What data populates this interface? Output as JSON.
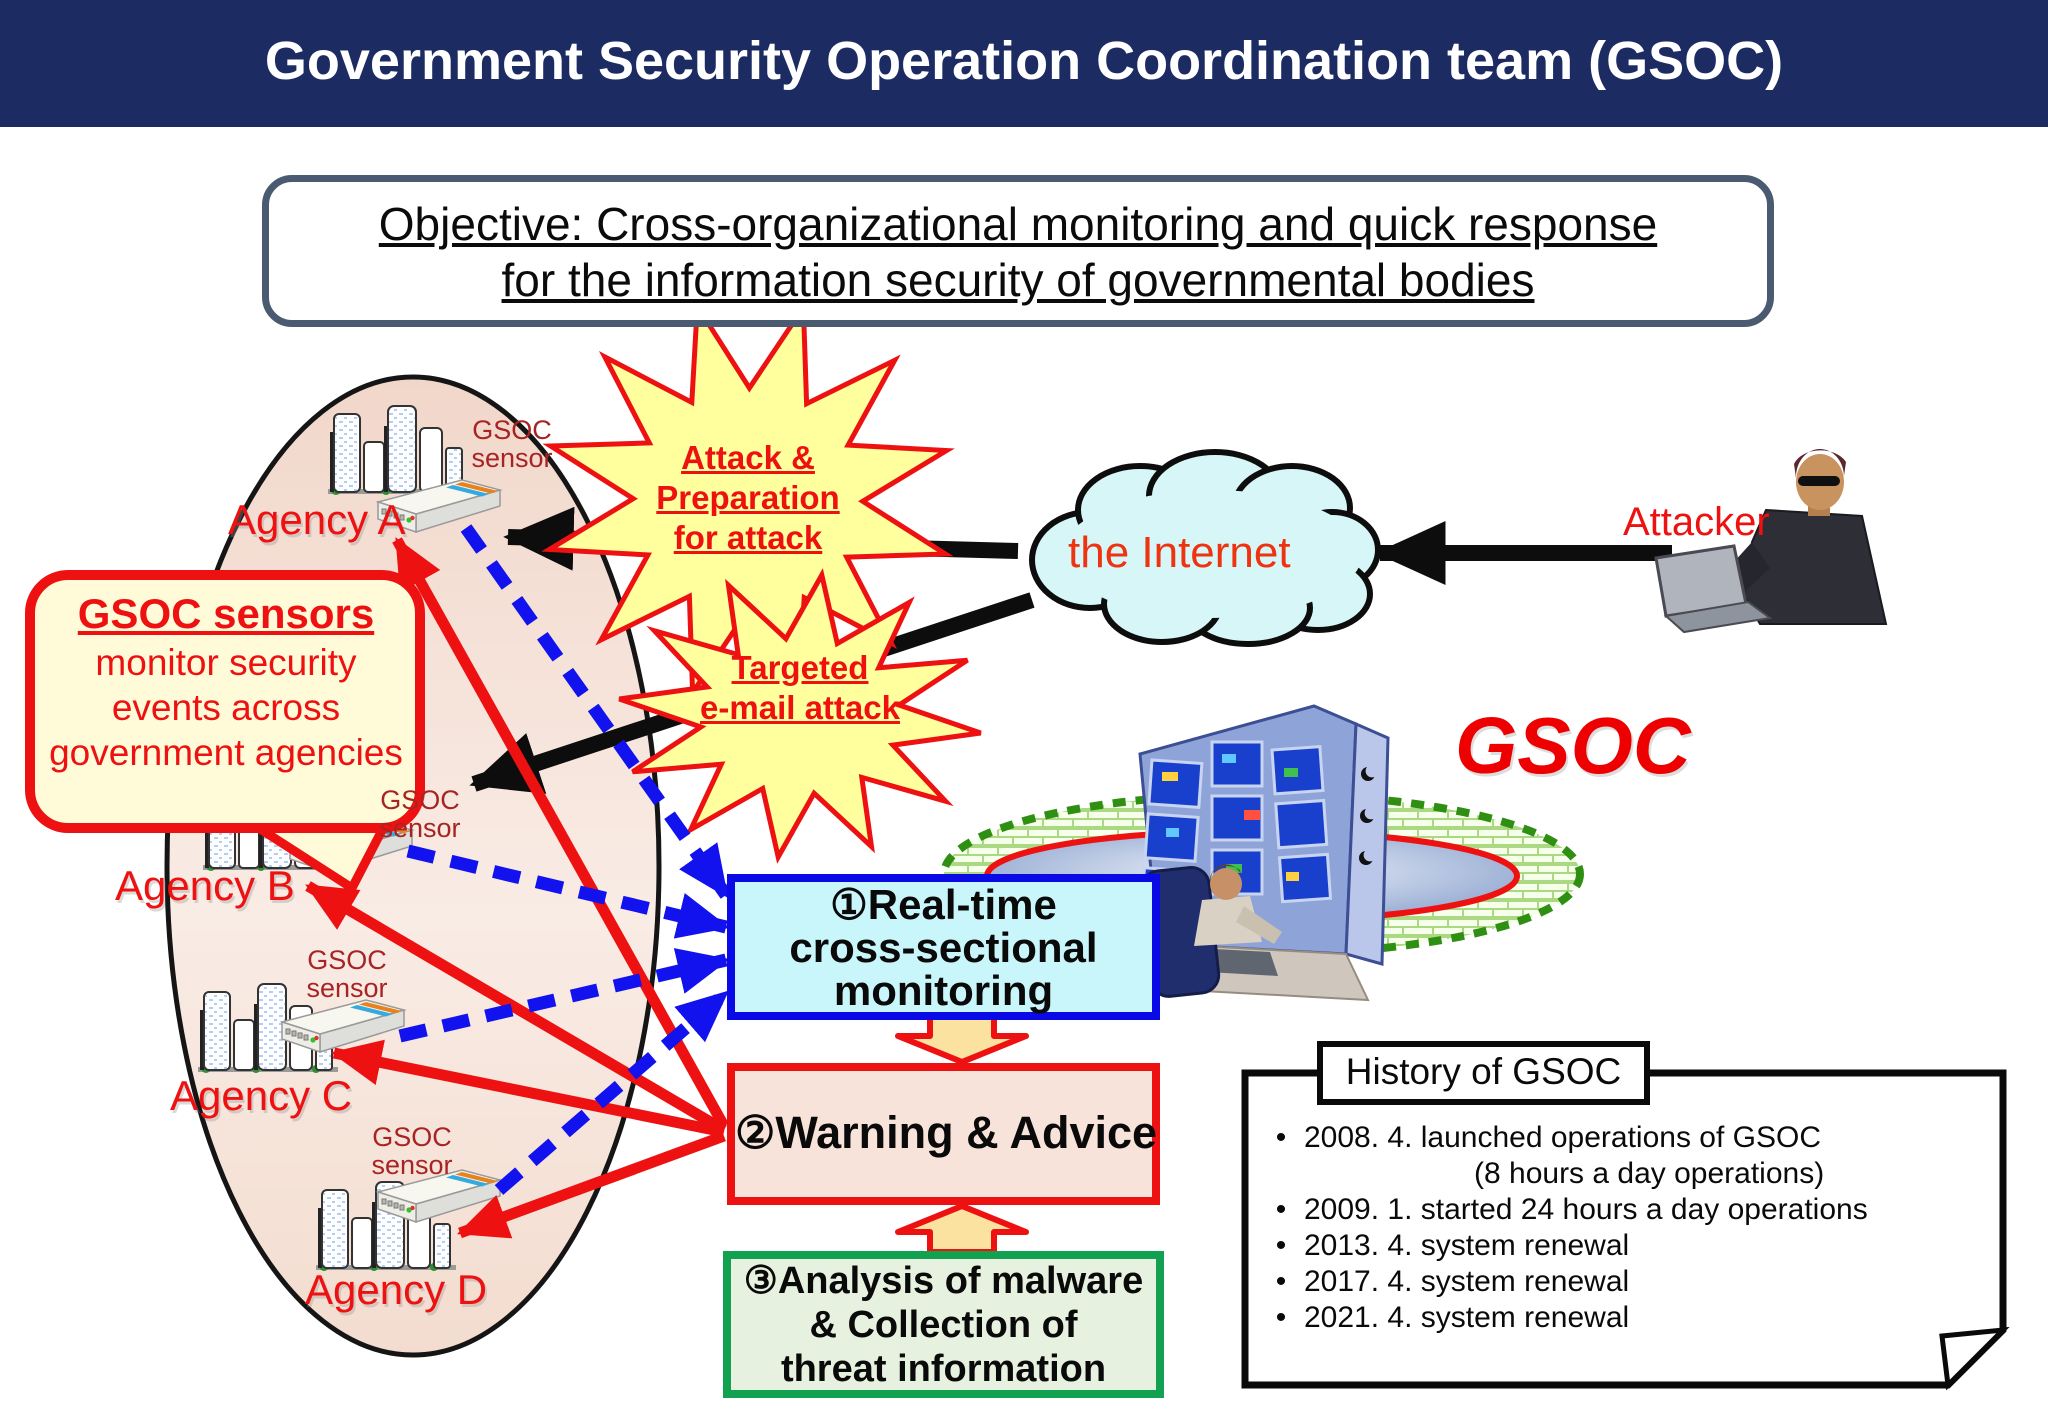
{
  "title": "Government Security Operation Coordination team (GSOC)",
  "objective": {
    "line1": "Objective: Cross-organizational monitoring and quick response",
    "line2": "for the information security of governmental bodies"
  },
  "bubble": {
    "title": "GSOC sensors",
    "line1": "monitor security",
    "line2": "events across",
    "line3": "government agencies"
  },
  "agencies": {
    "a": {
      "label": "Agency A"
    },
    "b": {
      "label": "Agency B"
    },
    "c": {
      "label": "Agency C"
    },
    "d": {
      "label": "Agency D"
    },
    "sensor": {
      "line1": "GSOC",
      "line2": "sensor"
    }
  },
  "threats": {
    "attack_prep": {
      "line1": "Attack &",
      "line2": "Preparation",
      "line3": "for attack"
    },
    "targeted": {
      "line1": "Targeted",
      "line2": "e-mail attack"
    }
  },
  "internet": {
    "label": "the Internet"
  },
  "attacker": {
    "label": "Attacker"
  },
  "gsoc": {
    "label": "GSOC"
  },
  "flow": {
    "monitoring": {
      "line1": "①Real-time",
      "line2": "cross-sectional",
      "line3": "monitoring"
    },
    "warning": {
      "label": "②Warning & Advice"
    },
    "analysis": {
      "line1": "③Analysis of malware",
      "line2": "& Collection of",
      "line3": "threat information"
    }
  },
  "history": {
    "title": "History of GSOC",
    "bullet": "•",
    "items": [
      {
        "text": "2008. 4. launched operations of GSOC",
        "sub": "(8 hours a day operations)"
      },
      {
        "text": "2009. 1. started 24 hours a day operations"
      },
      {
        "text": "2013. 4. system renewal"
      },
      {
        "text": "2017. 4. system renewal"
      },
      {
        "text": "2021. 4. system renewal"
      }
    ]
  },
  "colors": {
    "header_bg": "#1d2b63",
    "accent_red": "#ee1111",
    "starburst_fill": "#ffff9e",
    "cloud_fill": "#d6f6f8",
    "ellipse_fill": "#f4ddd2",
    "monitoring_border": "#0a0ae6",
    "analysis_border": "#12a151",
    "dashed_link_blue": "#1212ee"
  }
}
